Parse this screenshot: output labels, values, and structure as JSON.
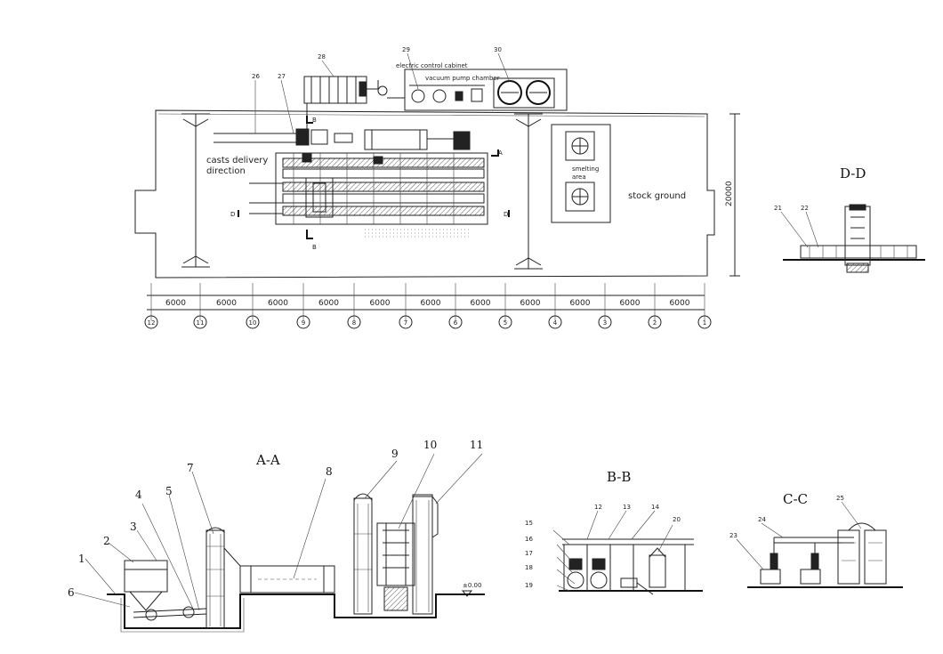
{
  "plan": {
    "labels": {
      "casts_delivery_line1": "casts delivery",
      "casts_delivery_line2": "direction",
      "electric_control_cabinet": "electric control cabinet",
      "vacuum_pump_chamber": "vacuum pump chamber",
      "smelting_area_line1": "smelting",
      "smelting_area_line2": "area",
      "stock_ground": "stock ground",
      "width_dim": "20000"
    },
    "item_numbers": [
      "26",
      "27",
      "28",
      "29",
      "30"
    ],
    "section_marks": {
      "a": "A",
      "b": "B",
      "d": "D"
    },
    "bay_dims": [
      "6000",
      "6000",
      "6000",
      "6000",
      "6000",
      "6000",
      "6000",
      "6000",
      "6000",
      "6000",
      "6000"
    ],
    "axis_labels": [
      "12",
      "11",
      "10",
      "9",
      "8",
      "7",
      "6",
      "5",
      "4",
      "3",
      "2",
      "1"
    ]
  },
  "sections": {
    "dd": {
      "title": "D-D",
      "items": [
        "21",
        "22"
      ]
    },
    "aa": {
      "title": "A-A",
      "items": [
        "1",
        "2",
        "3",
        "4",
        "5",
        "6",
        "7",
        "8",
        "9",
        "10",
        "11"
      ],
      "level_mark": "±0.00"
    },
    "bb": {
      "title": "B-B",
      "items": [
        "12",
        "13",
        "14",
        "15",
        "16",
        "17",
        "18",
        "19",
        "20"
      ]
    },
    "cc": {
      "title": "C-C",
      "items": [
        "23",
        "24",
        "25"
      ]
    }
  }
}
